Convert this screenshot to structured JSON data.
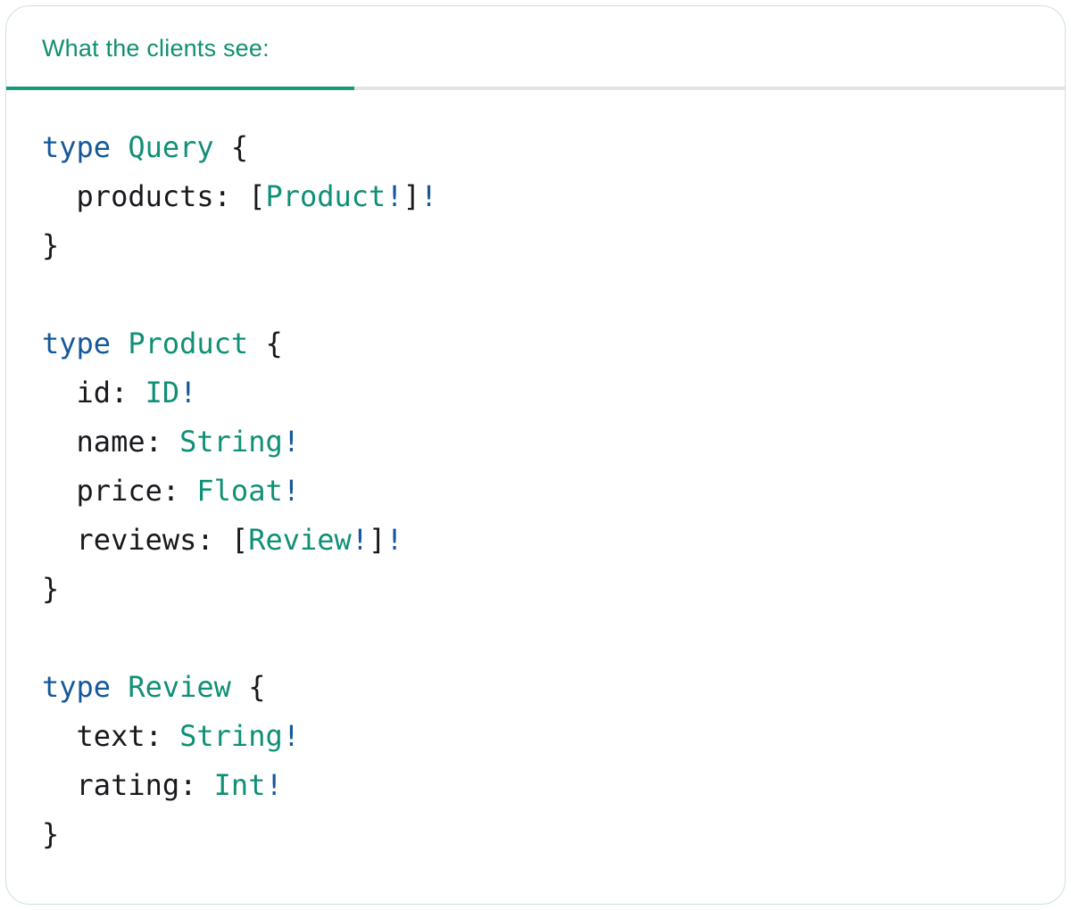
{
  "panel": {
    "tab_label": "What the clients see:",
    "language": "graphql"
  },
  "colors": {
    "accent_teal": "#10906F",
    "underline_teal": "#16997C",
    "underline_gray": "#E4E4E4",
    "keyword_blue": "#14589B",
    "type_teal": "#0F9076",
    "text_dark": "#17191D",
    "card_border_green": "#CDE4D2",
    "background": "#FFFFFF"
  },
  "code": {
    "plain_text": "type Query {\n  products: [Product!]!\n}\n\ntype Product {\n  id: ID!\n  name: String!\n  price: Float!\n  reviews: [Review!]!\n}\n\ntype Review {\n  text: String!\n  rating: Int!\n}",
    "lines": [
      [
        {
          "t": "type",
          "c": "kw"
        },
        {
          "t": " ",
          "c": "pl"
        },
        {
          "t": "Query",
          "c": "ty"
        },
        {
          "t": " {",
          "c": "pl"
        }
      ],
      [
        {
          "t": "  products: [",
          "c": "pl"
        },
        {
          "t": "Product",
          "c": "ty"
        },
        {
          "t": "!",
          "c": "kw"
        },
        {
          "t": "]",
          "c": "pl"
        },
        {
          "t": "!",
          "c": "kw"
        }
      ],
      [
        {
          "t": "}",
          "c": "pl"
        }
      ],
      [],
      [
        {
          "t": "type",
          "c": "kw"
        },
        {
          "t": " ",
          "c": "pl"
        },
        {
          "t": "Product",
          "c": "ty"
        },
        {
          "t": " {",
          "c": "pl"
        }
      ],
      [
        {
          "t": "  id: ",
          "c": "pl"
        },
        {
          "t": "ID",
          "c": "ty"
        },
        {
          "t": "!",
          "c": "kw"
        }
      ],
      [
        {
          "t": "  name: ",
          "c": "pl"
        },
        {
          "t": "String",
          "c": "ty"
        },
        {
          "t": "!",
          "c": "kw"
        }
      ],
      [
        {
          "t": "  price: ",
          "c": "pl"
        },
        {
          "t": "Float",
          "c": "ty"
        },
        {
          "t": "!",
          "c": "kw"
        }
      ],
      [
        {
          "t": "  reviews: [",
          "c": "pl"
        },
        {
          "t": "Review",
          "c": "ty"
        },
        {
          "t": "!",
          "c": "kw"
        },
        {
          "t": "]",
          "c": "pl"
        },
        {
          "t": "!",
          "c": "kw"
        }
      ],
      [
        {
          "t": "}",
          "c": "pl"
        }
      ],
      [],
      [
        {
          "t": "type",
          "c": "kw"
        },
        {
          "t": " ",
          "c": "pl"
        },
        {
          "t": "Review",
          "c": "ty"
        },
        {
          "t": " {",
          "c": "pl"
        }
      ],
      [
        {
          "t": "  text: ",
          "c": "pl"
        },
        {
          "t": "String",
          "c": "ty"
        },
        {
          "t": "!",
          "c": "kw"
        }
      ],
      [
        {
          "t": "  rating: ",
          "c": "pl"
        },
        {
          "t": "Int",
          "c": "ty"
        },
        {
          "t": "!",
          "c": "kw"
        }
      ],
      [
        {
          "t": "}",
          "c": "pl"
        }
      ]
    ]
  }
}
